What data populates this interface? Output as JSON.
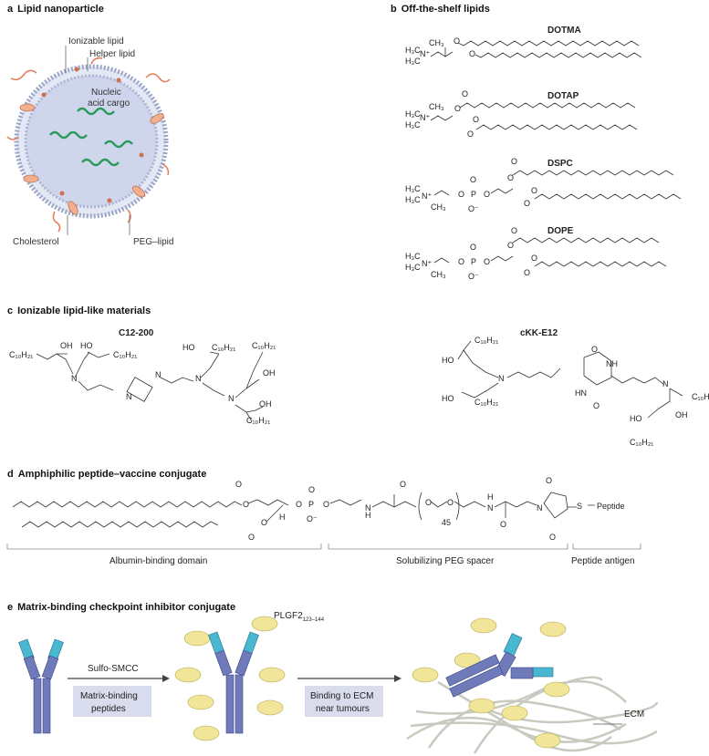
{
  "panels": {
    "a": {
      "letter": "a",
      "title": "Lipid nanoparticle",
      "labels": [
        "Ionizable lipid",
        "Helper lipid",
        "Nucleic",
        "acid cargo",
        "Cholesterol",
        "PEG–lipid"
      ]
    },
    "b": {
      "letter": "b",
      "title": "Off-the-shelf lipids",
      "compounds": [
        "DOTMA",
        "DOTAP",
        "DSPC",
        "DOPE"
      ]
    },
    "c": {
      "letter": "c",
      "title": "Ionizable lipid-like materials",
      "compounds": [
        "C12-200",
        "cKK-E12"
      ]
    },
    "d": {
      "letter": "d",
      "title": "Amphiphilic peptide–vaccine conjugate",
      "sub": "45",
      "peptide": "Peptide",
      "domains": [
        "Albumin-binding domain",
        "Solubilizing PEG spacer",
        "Peptide antigen"
      ]
    },
    "e": {
      "letter": "e",
      "title": "Matrix-binding checkpoint inhibitor conjugate",
      "step1_label": "Sulfo-SMCC",
      "step1_box": [
        "Matrix-binding",
        "peptides"
      ],
      "plgf": "PLGF2",
      "plgf_sub": "123–144",
      "step2_box": [
        "Binding to ECM",
        "near tumours"
      ],
      "ecm": "ECM"
    }
  },
  "chem_text": {
    "h3c": "H₃C",
    "ch3": "CH₃",
    "n_plus": "N⁺",
    "o": "O",
    "p": "P",
    "o_minus": "O⁻",
    "oh": "OH",
    "ho": "HO",
    "n": "N",
    "nh": "NH",
    "hn": "HN",
    "h": "H",
    "s": "S",
    "c10h21": "C₁₀H₂₁"
  },
  "colors": {
    "lnp_fill": "#cfd6ec",
    "lnp_shell": "#8fa0c8",
    "rna": "#2a9a5a",
    "peg": "#e07a5a",
    "cholesterol": "#f0b090",
    "antibody": "#6f7bb8",
    "antibody_tip": "#48b8d0",
    "peptide": "#f1e59a",
    "box": "#d9dcec",
    "ecm": "#c8cabf"
  }
}
